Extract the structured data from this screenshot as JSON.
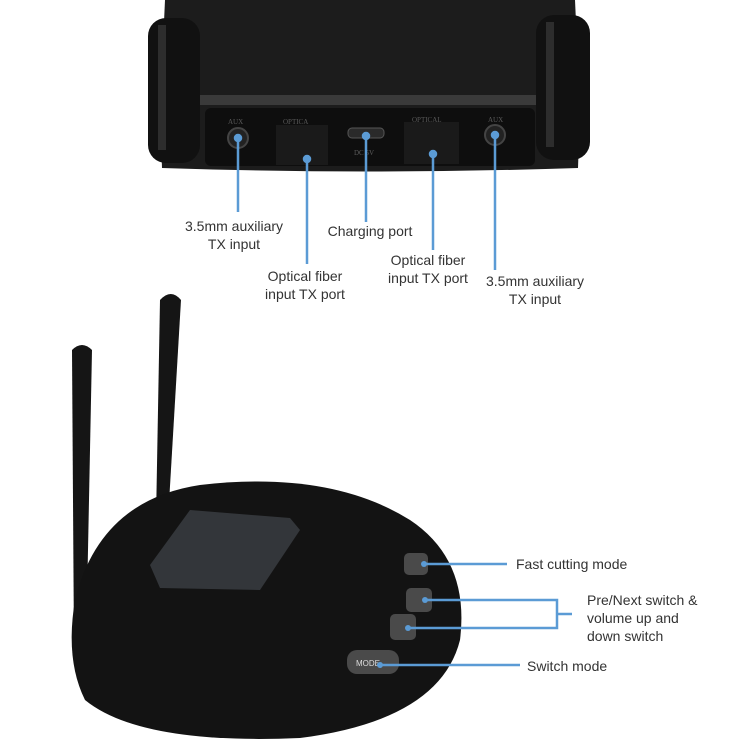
{
  "top_view": {
    "product_markings": {
      "aux_left": "AUX",
      "optical_left": "OPTICA",
      "dc": "DC 5V",
      "optical_right": "OPTICAL",
      "aux_right": "AUX"
    },
    "callouts": [
      {
        "line1": "3.5mm auxiliary",
        "line2": "TX input"
      },
      {
        "line1": "Optical fiber",
        "line2": "input TX port"
      },
      {
        "line1": "Charging port",
        "line2": ""
      },
      {
        "line1": "Optical fiber",
        "line2": "input TX port"
      },
      {
        "line1": "3.5mm auxiliary",
        "line2": "TX input"
      }
    ]
  },
  "front_view": {
    "product_markings": {
      "mode_button": "MODE"
    },
    "callouts": [
      {
        "line1": "Fast cutting mode"
      },
      {
        "line1": "Pre/Next switch &",
        "line2": "volume up and",
        "line3": "down switch"
      },
      {
        "line1": "Switch mode"
      }
    ]
  },
  "colors": {
    "callout_line": "#5b9bd5",
    "device": "#151515",
    "text": "#333333"
  }
}
